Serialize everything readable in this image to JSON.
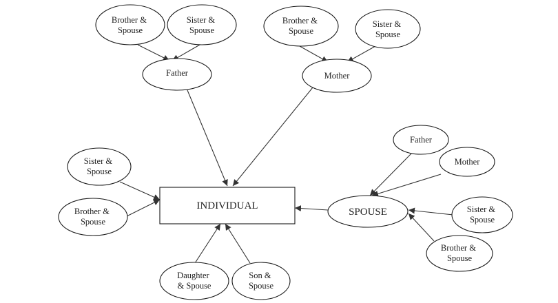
{
  "diagram": {
    "nodes": {
      "individual": "INDIVIDUAL",
      "father_brother": [
        "Brother &",
        "Spouse"
      ],
      "father_sister": [
        "Sister &",
        "Spouse"
      ],
      "father": "Father",
      "mother_brother": [
        "Brother &",
        "Spouse"
      ],
      "mother_sister": [
        "Sister &",
        "Spouse"
      ],
      "mother": "Mother",
      "sibling_sister": [
        "Sister &",
        "Spouse"
      ],
      "sibling_brother": [
        "Brother &",
        "Spouse"
      ],
      "daughter": [
        "Daughter",
        "& Spouse"
      ],
      "son": [
        "Son &",
        "Spouse"
      ],
      "spouse": "SPOUSE",
      "spouse_father": "Father",
      "spouse_mother": "Mother",
      "spouse_sister": [
        "Sister &",
        "Spouse"
      ],
      "spouse_brother": [
        "Brother &",
        "Spouse"
      ]
    }
  }
}
